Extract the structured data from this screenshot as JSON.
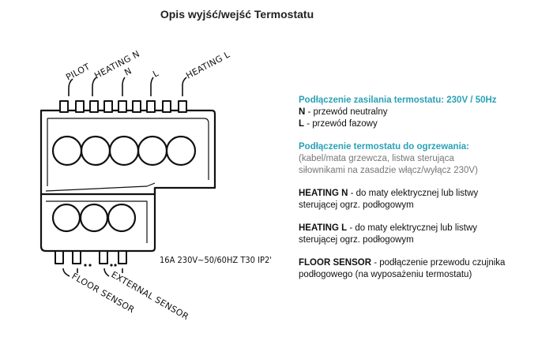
{
  "title": "Opis wyjść/wejść Termostatu",
  "diagram": {
    "top_labels": {
      "pilot": "PILOT",
      "heating_n": "HEATING N",
      "n": "N",
      "l": "L",
      "heating_l": "HEATING L"
    },
    "bottom_labels": {
      "floor_sensor": "FLOOR SENSOR",
      "external_sensor": "EXTERNAL SENSOR"
    },
    "rating": "16A 230V~50/60HZ T30 IP2'"
  },
  "info": {
    "power": {
      "heading": "Podłączenie zasilania termostatu: 230V / 50Hz",
      "n_label": "N",
      "n_text": " - przewód neutralny",
      "l_label": "L",
      "l_text": " - przewód fazowy"
    },
    "heating": {
      "heading": "Podłączenie termostatu do ogrzewania:",
      "note_line1": "(kabel/mata grzewcza, listwa sterująca",
      "note_line2": "siłownikami na zasadzie włącz/wyłącz 230V)"
    },
    "heating_n": {
      "label": "HEATING N",
      "text_line1": " - do maty elektrycznej lub listwy",
      "text_line2": "sterującej ogrz. podłogowym"
    },
    "heating_l": {
      "label": "HEATING L",
      "text_line1": " - do maty elektrycznej lub listwy",
      "text_line2": "sterującej ogrz. podłogowym"
    },
    "floor_sensor": {
      "label": "FLOOR SENSOR",
      "text_line1": " - podłączenie przewodu czujnika",
      "text_line2": "podłogowego (na wyposażeniu termostatu)"
    }
  }
}
